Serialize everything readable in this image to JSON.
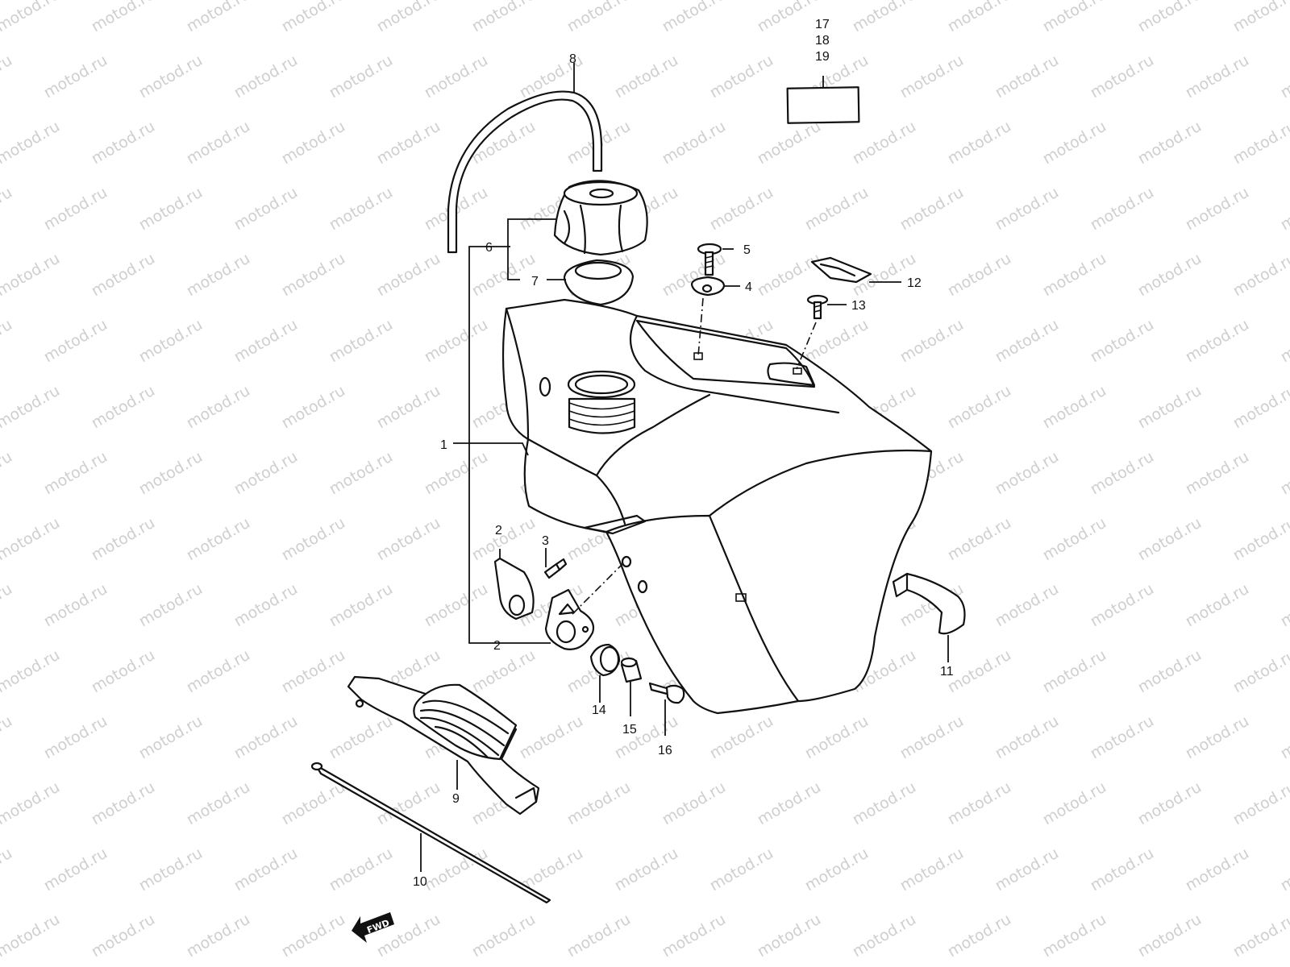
{
  "watermark": "motod.ru",
  "labels": {
    "l1": "1",
    "l2a": "2",
    "l2b": "2",
    "l3": "3",
    "l4": "4",
    "l5": "5",
    "l6": "6",
    "l7": "7",
    "l8": "8",
    "l9": "9",
    "l10": "10",
    "l11": "11",
    "l12": "12",
    "l13": "13",
    "l14": "14",
    "l15": "15",
    "l16": "16",
    "l17": "17",
    "l18": "18",
    "l19": "19"
  },
  "fwd": "FWD"
}
